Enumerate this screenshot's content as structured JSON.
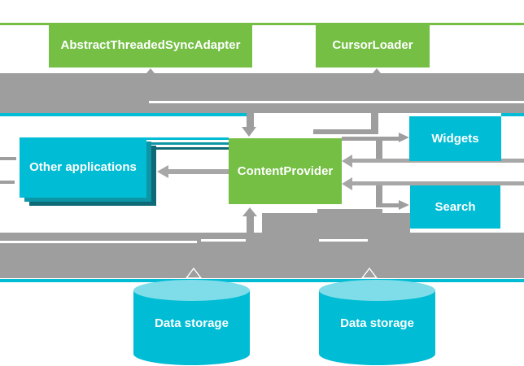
{
  "diagram": {
    "description": "Android content provider architecture diagram",
    "nodes": {
      "sync_adapter": {
        "label": "AbstractThreadedSyncAdapter"
      },
      "cursor_loader": {
        "label": "CursorLoader"
      },
      "content_provider": {
        "label": "ContentProvider"
      },
      "other_applications": {
        "label": "Other applications"
      },
      "widgets": {
        "label": "Widgets"
      },
      "search": {
        "label": "Search"
      },
      "data_storage_left": {
        "label": "Data storage"
      },
      "data_storage_right": {
        "label": "Data storage"
      }
    },
    "edges": [
      {
        "from": "ContentProvider",
        "to": "AbstractThreadedSyncAdapter",
        "arrow": "up"
      },
      {
        "from": "ContentProvider",
        "to": "CursorLoader",
        "arrow": "up"
      },
      {
        "from": "CursorLoader",
        "to": "ContentProvider",
        "arrow": "down"
      },
      {
        "from": "Other applications",
        "to": "ContentProvider",
        "arrow": "both"
      },
      {
        "from": "ContentProvider",
        "to": "Widgets",
        "arrow": "right"
      },
      {
        "from": "Widgets",
        "to": "ContentProvider",
        "arrow": "left"
      },
      {
        "from": "ContentProvider",
        "to": "Search",
        "arrow": "right"
      },
      {
        "from": "Search",
        "to": "ContentProvider",
        "arrow": "left"
      },
      {
        "from": "Data storage",
        "to": "ContentProvider",
        "arrow": "up"
      }
    ]
  },
  "colors": {
    "green": "#74bf44",
    "cyan": "#00bcd4",
    "cyan_mid": "#0d96a6",
    "cyan_dark": "#0f6a78",
    "cylinder_top": "#7edde9",
    "gray": "#9e9e9e",
    "gray_light": "#a7a7a7",
    "background": "#ffffff"
  }
}
